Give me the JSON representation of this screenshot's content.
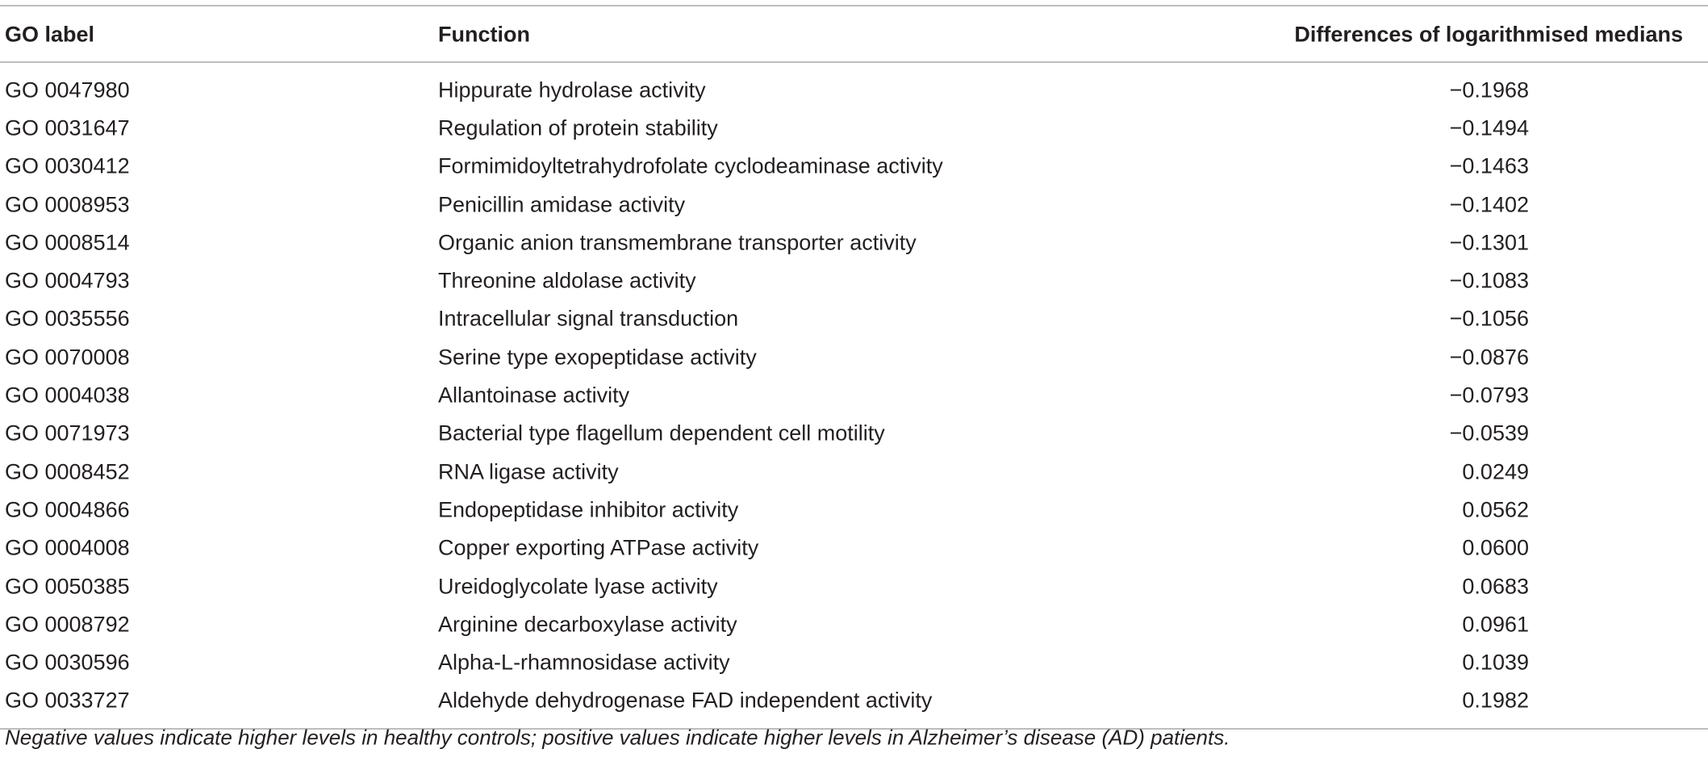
{
  "table": {
    "headers": {
      "go_label": "GO label",
      "function": "Function",
      "value": "Differences of logarithmised medians"
    },
    "rows": [
      {
        "go": "GO 0047980",
        "function": "Hippurate hydrolase activity",
        "value": "−0.1968"
      },
      {
        "go": "GO 0031647",
        "function": "Regulation of protein stability",
        "value": "−0.1494"
      },
      {
        "go": "GO 0030412",
        "function": "Formimidoyltetrahydrofolate cyclodeaminase activity",
        "value": "−0.1463"
      },
      {
        "go": "GO 0008953",
        "function": "Penicillin amidase activity",
        "value": "−0.1402"
      },
      {
        "go": "GO 0008514",
        "function": "Organic anion transmembrane transporter activity",
        "value": "−0.1301"
      },
      {
        "go": "GO 0004793",
        "function": "Threonine aldolase activity",
        "value": "−0.1083"
      },
      {
        "go": "GO 0035556",
        "function": "Intracellular signal transduction",
        "value": "−0.1056"
      },
      {
        "go": "GO 0070008",
        "function": "Serine type exopeptidase activity",
        "value": "−0.0876"
      },
      {
        "go": "GO 0004038",
        "function": "Allantoinase activity",
        "value": "−0.0793"
      },
      {
        "go": "GO 0071973",
        "function": "Bacterial type flagellum dependent cell motility",
        "value": "−0.0539"
      },
      {
        "go": "GO 0008452",
        "function": "RNA ligase activity",
        "value": "0.0249"
      },
      {
        "go": "GO 0004866",
        "function": "Endopeptidase inhibitor activity",
        "value": "0.0562"
      },
      {
        "go": "GO 0004008",
        "function": "Copper exporting ATPase activity",
        "value": "0.0600"
      },
      {
        "go": "GO 0050385",
        "function": "Ureidoglycolate lyase activity",
        "value": "0.0683"
      },
      {
        "go": "GO 0008792",
        "function": "Arginine decarboxylase activity",
        "value": "0.0961"
      },
      {
        "go": "GO 0030596",
        "function": "Alpha-L-rhamnosidase activity",
        "value": "0.1039"
      },
      {
        "go": "GO 0033727",
        "function": "Aldehyde dehydrogenase FAD independent activity",
        "value": "0.1982"
      }
    ],
    "footnote": "Negative values indicate higher levels in healthy controls; positive values indicate higher levels in Alzheimer’s disease (AD) patients."
  }
}
